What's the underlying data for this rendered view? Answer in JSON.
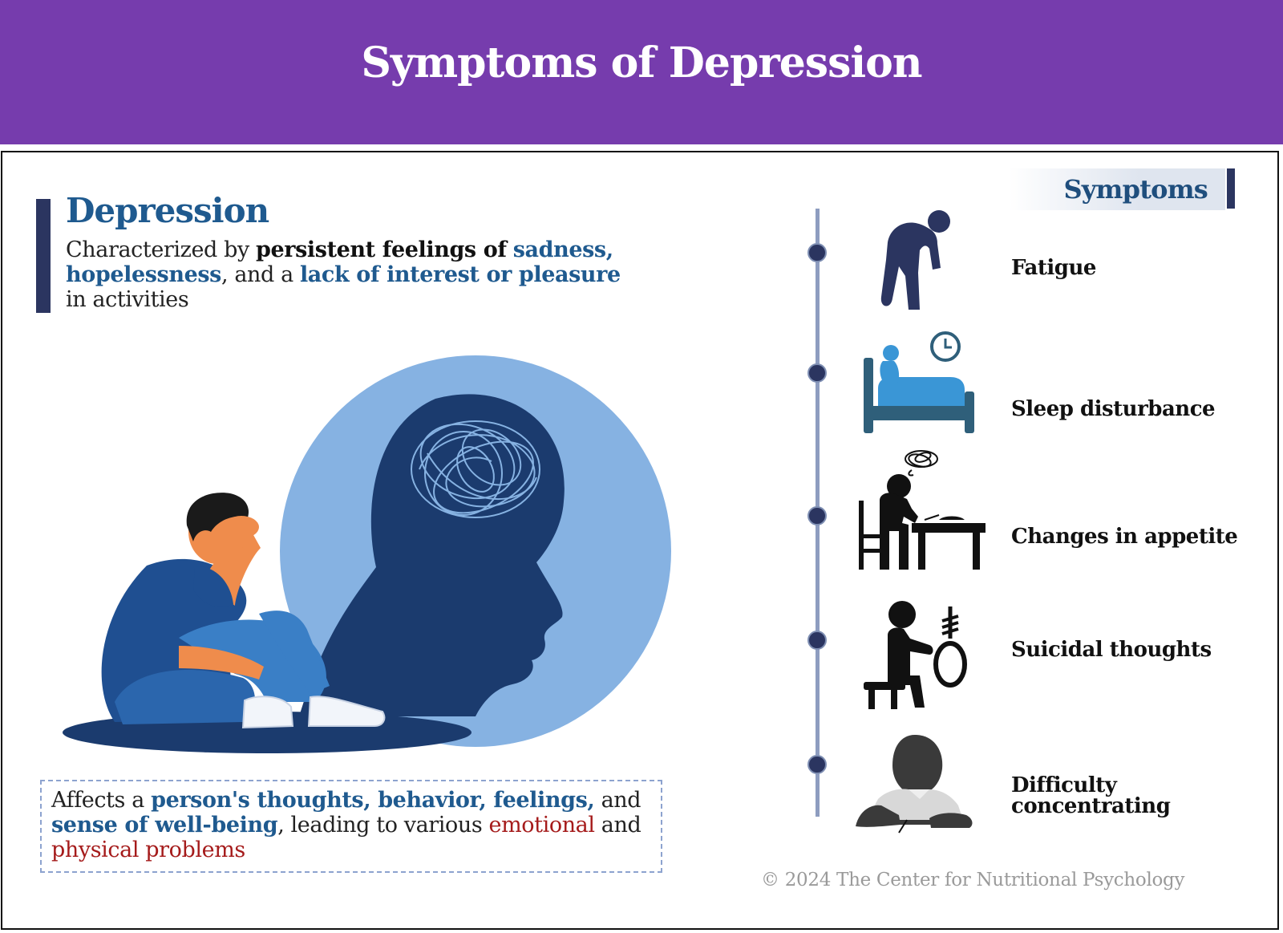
{
  "header": {
    "title": "Symptoms of Depression"
  },
  "definition": {
    "heading": "Depression",
    "text_1": "Characterized by ",
    "text_2": "persistent feelings of",
    "text_3": " ",
    "text_4": "sadness, hopelessness",
    "text_5": ", and a ",
    "text_6": "lack of interest or pleasure",
    "text_7": " in activities"
  },
  "effects": {
    "text_1": "Affects a ",
    "text_2": "person's thoughts, behavior, feelings,",
    "text_3": " and ",
    "text_4": "sense of well-being",
    "text_5": ", leading to various ",
    "text_6": "emotional",
    "text_7": " and ",
    "text_8": "physical problems"
  },
  "symptoms": {
    "heading": "Symptoms",
    "items": [
      {
        "label": "Fatigue",
        "icon": "stooped-person-icon"
      },
      {
        "label": "Sleep disturbance",
        "icon": "bed-clock-icon"
      },
      {
        "label": "Changes in appetite",
        "icon": "person-at-table-icon"
      },
      {
        "label": "Suicidal thoughts",
        "icon": "person-with-noose-icon"
      },
      {
        "label": "Difficulty concentrating",
        "icon": "person-writing-icon"
      }
    ]
  },
  "footer": {
    "copyright": "© 2024 The Center for Nutritional Psychology"
  },
  "colors": {
    "banner": "#763cad",
    "accent_blue": "#1f5a8f",
    "accent_red": "#a51b1b",
    "navy": "#2b3560",
    "timeline": "#8e9dc0"
  }
}
